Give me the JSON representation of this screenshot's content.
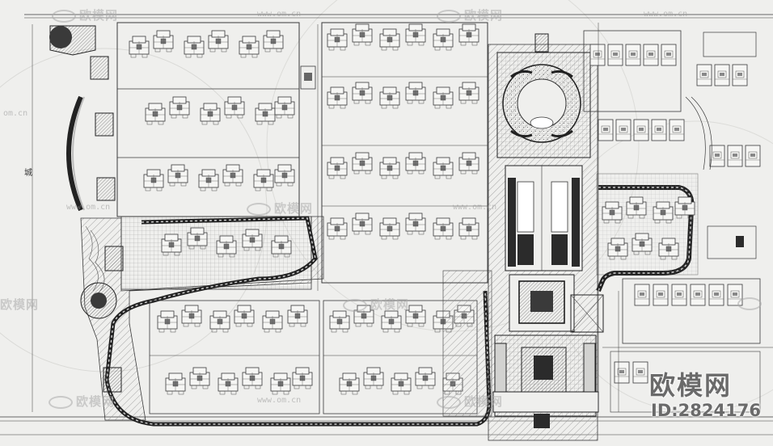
{
  "watermark": {
    "brand_small": "欧模网",
    "site_url": "www.om.cn",
    "site_url_short": "om.cn"
  },
  "brand_badge": {
    "name": "欧模网",
    "id_text": "ID:2824176"
  },
  "plan_labels": {
    "side_char": "城"
  },
  "colors": {
    "paper": "#efefed",
    "line": "#3a3a3a",
    "hatch": "#8c8c8c",
    "dark_fill": "#2b2b2b",
    "shade_fill": "#b9b9b9",
    "watermark": "#aaaaaa"
  }
}
